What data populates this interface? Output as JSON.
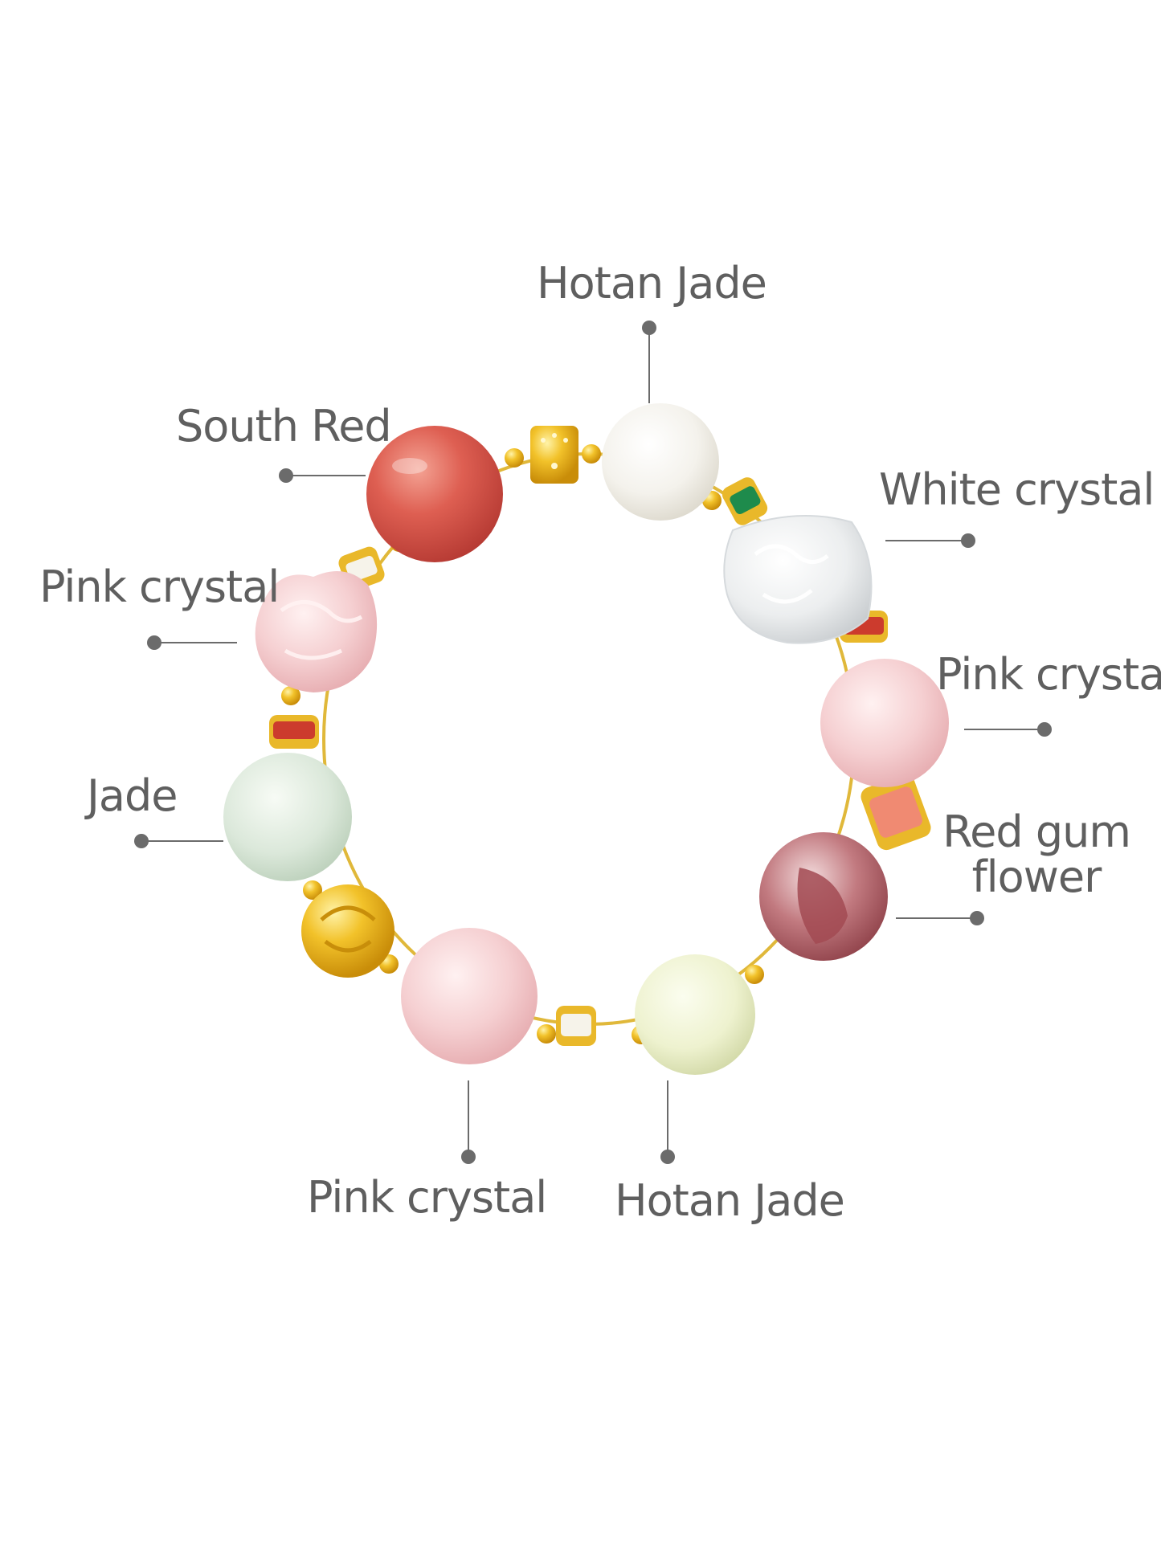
{
  "labels": {
    "hotan_jade_top": "Hotan Jade",
    "south_red": "South Red",
    "white_crystal": "White crystal",
    "pink_crystal_left": "Pink crystal",
    "pink_crystal_right": "Pink crystal",
    "jade": "Jade",
    "red_gum_flower_line1": "Red gum",
    "red_gum_flower_line2": "flower",
    "pink_crystal_bottom": "Pink crystal",
    "hotan_jade_bottom": "Hotan Jade"
  },
  "colors": {
    "label_text": "#5f5f5f",
    "leader_line": "#6b6b6b",
    "gold": "#e8b21d",
    "south_red": "#d9574c",
    "hotan_jade": "#f3f1ea",
    "pink_crystal": "#f4cfd0",
    "white_crystal": "#eef0f1",
    "jade": "#dbe8da",
    "red_gum_flower": "#b86b72",
    "hotan_jade_green": "#eef2cf"
  }
}
